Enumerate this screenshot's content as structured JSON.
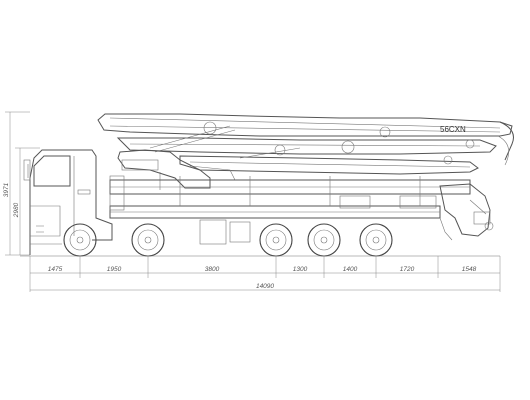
{
  "model_label": "56CXN",
  "vertical_dims": [
    "3971",
    "2980"
  ],
  "horizontal_dims": [
    "1475",
    "1950",
    "3800",
    "1300",
    "1400",
    "1720",
    "1548"
  ],
  "overall_dim": "14090"
}
